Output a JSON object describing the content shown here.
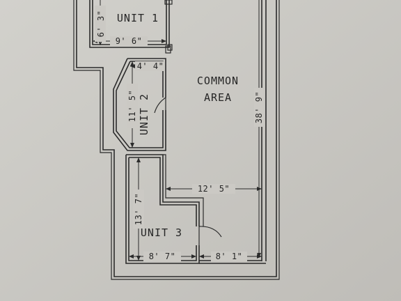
{
  "rooms": {
    "unit1": "UNIT 1",
    "unit2": "UNIT 2",
    "unit3": "UNIT 3",
    "common_line1": "COMMON",
    "common_line2": "AREA"
  },
  "dimensions": {
    "unit1_height": "6' 3\"",
    "unit1_width": "9' 6\"",
    "unit2_top": "4' 4\"",
    "unit2_height": "11' 5\"",
    "common_height": "38' 9\"",
    "common_width": "12' 5\"",
    "unit3_height": "13' 7\"",
    "unit3_width": "8' 7\"",
    "bottom_right_width": "8' 1\""
  },
  "colors": {
    "paper": "#c9c7c2",
    "ink": "#2b2b2b"
  }
}
